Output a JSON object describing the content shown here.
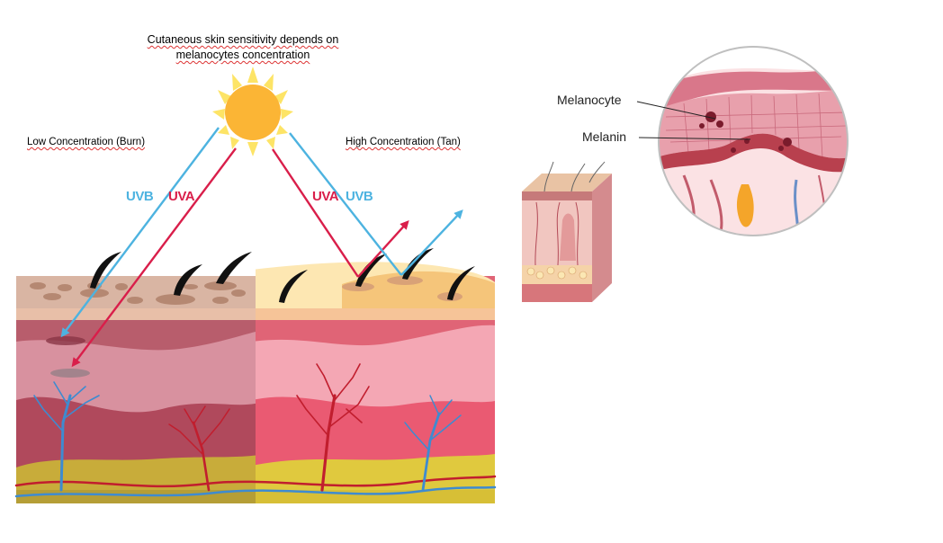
{
  "title": {
    "line1": "Cutaneous skin sensitivity depends on",
    "line2": "melanocytes concentration"
  },
  "left_panel": {
    "label": "Low Concentration (Burn)",
    "uvb_label": "UVB",
    "uva_label": "UVA"
  },
  "right_panel": {
    "label": "High Concentration (Tan)",
    "uva_label": "UVA",
    "uvb_label": "UVB"
  },
  "inset": {
    "callout_1": "Melanocyte",
    "callout_2": "Melanin"
  },
  "colors": {
    "uvb": "#4db3e0",
    "uva": "#d91e4a",
    "sun": "#fbb535",
    "sun_rays": "#fde466"
  }
}
